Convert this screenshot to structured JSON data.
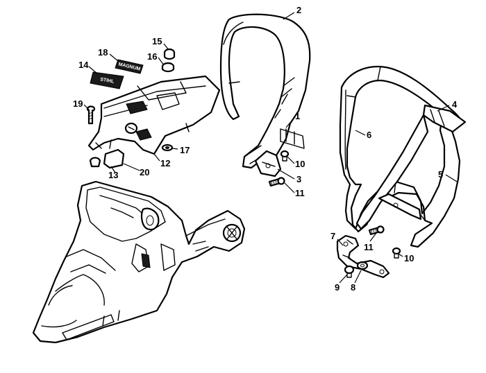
{
  "colors": {
    "line": "#000000",
    "background": "#ffffff"
  },
  "badges": {
    "badge_18": "MAGNUM",
    "badge_14": "STIHL"
  },
  "callouts": [
    {
      "id": "2",
      "label": "2"
    },
    {
      "id": "15",
      "label": "15"
    },
    {
      "id": "16",
      "label": "16"
    },
    {
      "id": "18",
      "label": "18"
    },
    {
      "id": "14",
      "label": "14"
    },
    {
      "id": "19",
      "label": "19"
    },
    {
      "id": "1",
      "label": "1"
    },
    {
      "id": "4",
      "label": "4"
    },
    {
      "id": "6",
      "label": "6"
    },
    {
      "id": "17",
      "label": "17"
    },
    {
      "id": "12",
      "label": "12"
    },
    {
      "id": "10a",
      "label": "10"
    },
    {
      "id": "13",
      "label": "13"
    },
    {
      "id": "20",
      "label": "20"
    },
    {
      "id": "3",
      "label": "3"
    },
    {
      "id": "11a",
      "label": "11"
    },
    {
      "id": "5",
      "label": "5"
    },
    {
      "id": "7",
      "label": "7"
    },
    {
      "id": "11b",
      "label": "11"
    },
    {
      "id": "10b",
      "label": "10"
    },
    {
      "id": "9",
      "label": "9"
    },
    {
      "id": "8",
      "label": "8"
    }
  ]
}
